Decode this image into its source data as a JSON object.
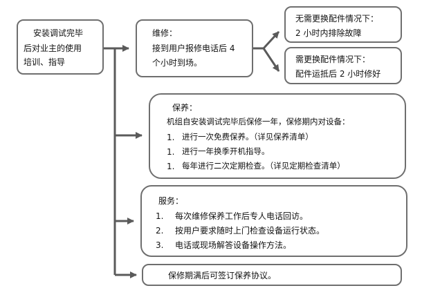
{
  "start": {
    "lines": [
      "安装调试完毕",
      "后对业主的使用",
      "培训、指导"
    ]
  },
  "repair": {
    "lines": [
      "维修：",
      "接到用户报修电话后 4",
      "个小时到场。"
    ]
  },
  "no_parts": {
    "lines": [
      "无需更换配件情况下：",
      "2 小时内排除故障"
    ]
  },
  "parts": {
    "lines": [
      "需更换配件情况下：",
      "配件运抵后 2 小时修好"
    ]
  },
  "maintenance": {
    "title": "保养：",
    "intro": "机组自安装调试完毕后保修一年，保修期内对设备：",
    "items": [
      {
        "num": "1.",
        "text": "进行一次免费保养。（详见保养清单）"
      },
      {
        "num": "1.",
        "text": "进行一年换季开机指导。"
      },
      {
        "num": "1.",
        "text": "每年进行二次定期检查。（详见定期检查清单）"
      }
    ]
  },
  "service": {
    "title": "服务：",
    "items": [
      {
        "num": "1.",
        "text": "每次维修保养工作后专人电话回访。"
      },
      {
        "num": "2.",
        "text": "按用户要求随时上门检查设备运行状态。"
      },
      {
        "num": "3.",
        "text": "电话或现场解答设备操作方法。"
      }
    ]
  },
  "agreement": {
    "text": "保修期满后可签订保养协议。"
  },
  "colors": {
    "line": "#5a5a5a",
    "border": "#6e6e6e"
  }
}
